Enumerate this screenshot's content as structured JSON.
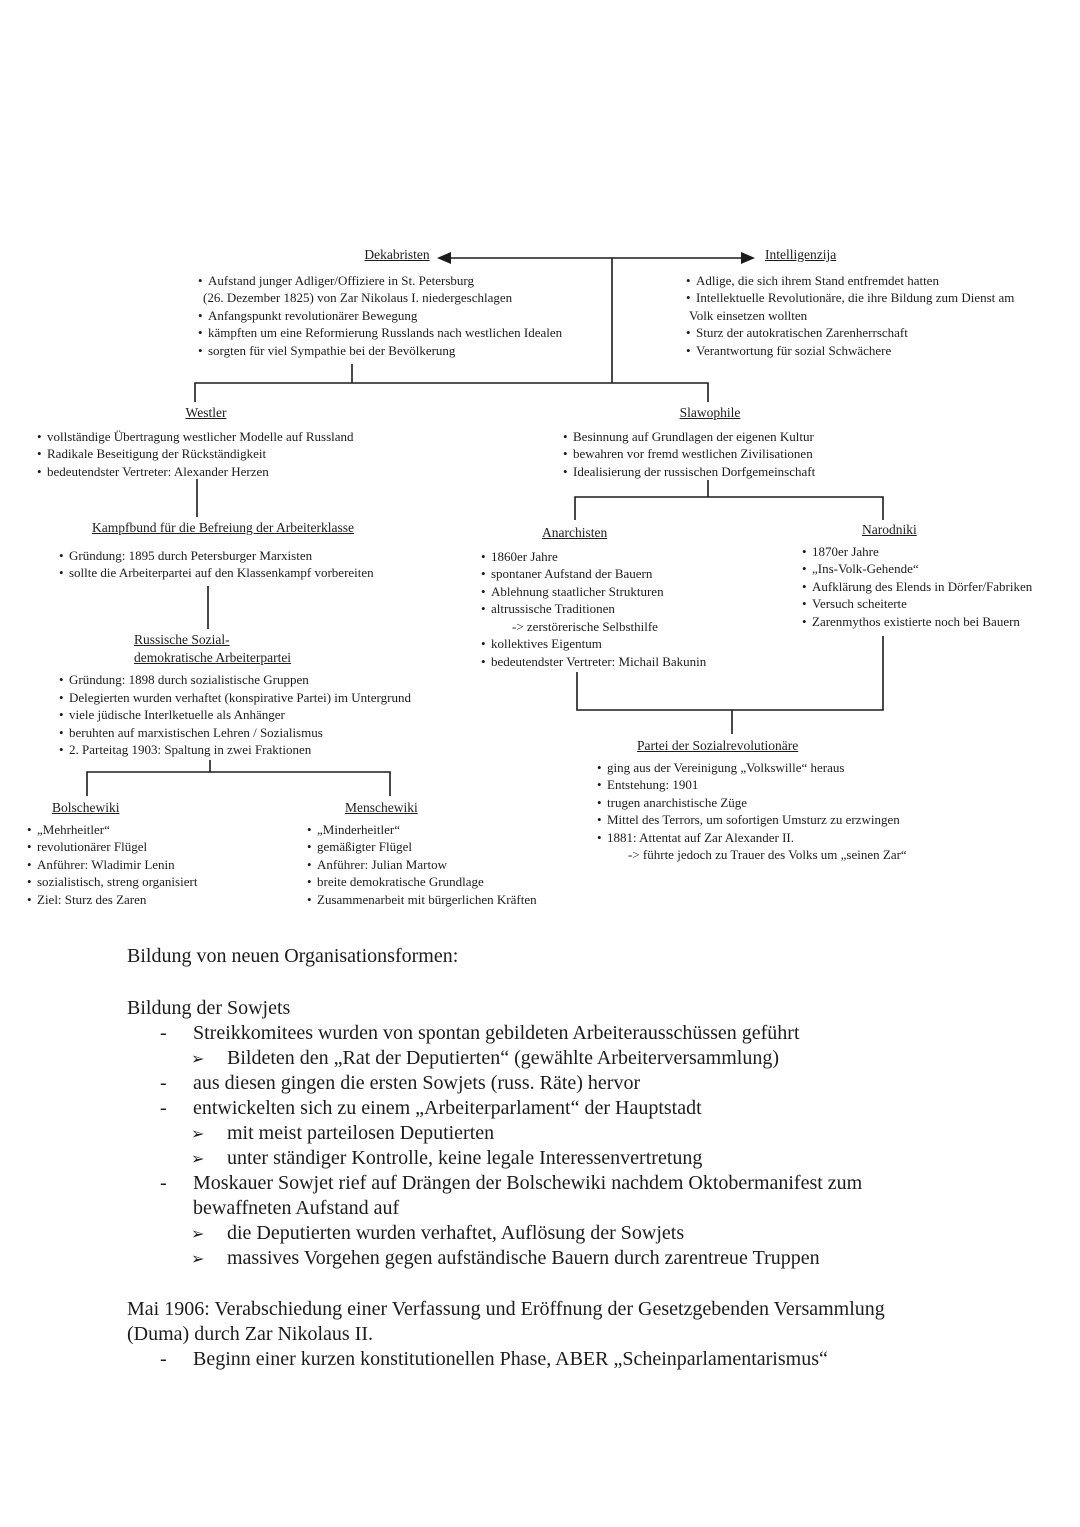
{
  "colors": {
    "ink": "#1c1c1c",
    "background": "#ffffff"
  },
  "markers": {
    "bullet": "•",
    "dash": "-",
    "arrow_bullet": "➢",
    "sub_arrow": "->"
  },
  "diagram": {
    "dekabristen": {
      "title": "Dekabristen",
      "lines": [
        "Aufstand junger Adliger/Offiziere in St. Petersburg",
        "(26. Dezember 1825) von Zar Nikolaus I. niedergeschlagen",
        "Anfangspunkt revolutionärer Bewegung",
        "kämpften um eine Reformierung Russlands nach westlichen Idealen",
        "sorgten für viel Sympathie bei der Bevölkerung"
      ]
    },
    "intelligenzija": {
      "title": "Intelligenzija",
      "lines": [
        "Adlige, die sich ihrem Stand entfremdet hatten",
        "Intellektuelle Revolutionäre, die ihre Bildung zum Dienst am",
        "Volk einsetzen wollten",
        "Sturz der autokratischen Zarenherrschaft",
        "Verantwortung für sozial Schwächere"
      ]
    },
    "westler": {
      "title": "Westler",
      "lines": [
        "vollständige Übertragung westlicher Modelle auf Russland",
        "Radikale Beseitigung der Rückständigkeit",
        "bedeutendster Vertreter: Alexander Herzen"
      ]
    },
    "slawophile": {
      "title": "Slawophile",
      "lines": [
        "Besinnung auf Grundlagen der eigenen Kultur",
        "bewahren vor fremd westlichen Zivilisationen",
        "Idealisierung der russischen Dorfgemeinschaft"
      ]
    },
    "kampfbund": {
      "title": "Kampfbund für die Befreiung der Arbeiterklasse",
      "lines": [
        "Gründung: 1895 durch Petersburger Marxisten",
        "sollte die Arbeiterpartei auf den Klassenkampf vorbereiten"
      ]
    },
    "rsdap": {
      "title1": "Russische Sozial-",
      "title2": "demokratische Arbeiterpartei",
      "lines": [
        "Gründung: 1898 durch sozialistische Gruppen",
        "Delegierten wurden verhaftet (konspirative Partei) im Untergrund",
        "viele jüdische Interlketuelle als Anhänger",
        "beruhten auf marxistischen Lehren / Sozialismus",
        "2. Parteitag 1903: Spaltung in zwei Fraktionen"
      ]
    },
    "bolschewiki": {
      "title": "Bolschewiki",
      "lines": [
        "„Mehrheitler“",
        "revolutionärer Flügel",
        "Anführer: Wladimir Lenin",
        "sozialistisch, streng organisiert",
        "Ziel: Sturz des Zaren"
      ]
    },
    "menschewiki": {
      "title": "Menschewiki",
      "lines": [
        "„Minderheitler“",
        "gemäßigter Flügel",
        "Anführer: Julian Martow",
        "breite demokratische Grundlage",
        "Zusammenarbeit mit bürgerlichen Kräften"
      ]
    },
    "anarchisten": {
      "title": "Anarchisten",
      "lines": [
        "1860er Jahre",
        "spontaner Aufstand der Bauern",
        "Ablehnung staatlicher Strukturen",
        "altrussische Traditionen",
        "-> zerstörerische Selbsthilfe",
        "kollektives Eigentum",
        "bedeutendster Vertreter: Michail Bakunin"
      ]
    },
    "narodniki": {
      "title": "Narodniki",
      "lines": [
        "1870er Jahre",
        "„Ins-Volk-Gehende“",
        "Aufklärung des Elends in Dörfer/Fabriken",
        "Versuch scheiterte",
        "Zarenmythos existierte noch bei Bauern"
      ]
    },
    "partei": {
      "title": "Partei der Sozialrevolutionäre",
      "lines": [
        "ging aus der Vereinigung „Volkswille“ heraus",
        "Entstehung: 1901",
        "trugen anarchistische Züge",
        "Mittel des Terrors, um sofortigen Umsturz zu erzwingen",
        "1881: Attentat auf Zar Alexander II.",
        "-> führte jedoch zu Trauer des Volks um „seinen Zar“"
      ]
    }
  },
  "notes": {
    "heading": "Bildung von neuen Organisationsformen:",
    "subheading": "Bildung der Sowjets",
    "items": [
      "Streikkomitees wurden von spontan gebildeten Arbeiterausschüssen geführt",
      "Bildeten den „Rat der Deputierten“ (gewählte Arbeiterversammlung)",
      "aus diesen gingen die ersten Sowjets (russ. Räte) hervor",
      "entwickelten sich zu einem „Arbeiterparlament“ der Hauptstadt",
      "mit meist parteilosen Deputierten",
      "unter ständiger Kontrolle, keine legale Interessenvertretung",
      "Moskauer Sowjet rief auf Drängen der Bolschewiki nachdem Oktobermanifest zum bewaffneten Aufstand auf",
      "die Deputierten wurden verhaftet, Auflösung der Sowjets",
      "massives Vorgehen gegen aufständische Bauern durch zarentreue Truppen"
    ],
    "closing_line": "Mai 1906: Verabschiedung einer Verfassung und Eröffnung der Gesetzgebenden Versammlung (Duma) durch Zar Nikolaus II.",
    "closing_item": "Beginn einer kurzen konstitutionellen Phase, ABER „Scheinparlamentarismus“"
  }
}
